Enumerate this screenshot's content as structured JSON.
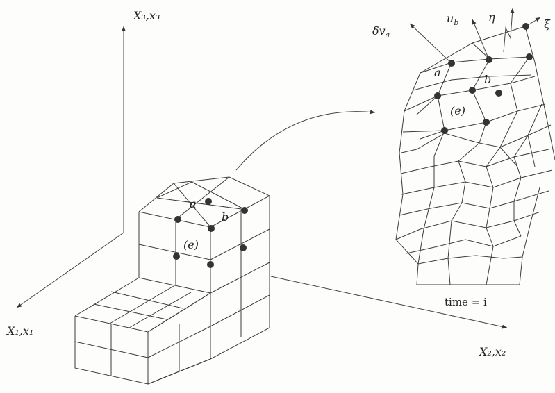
{
  "axes": {
    "x3": "X₃,x₃",
    "x1": "X₁,x₁",
    "x2": "X₂,x₂"
  },
  "reference_mesh": {
    "node_a": "a",
    "node_b": "b",
    "element": "(e)"
  },
  "deformed_mesh": {
    "node_a": "a",
    "node_b": "b",
    "element": "(e)",
    "vector_delta_v": "δv",
    "vector_delta_v_sub": "a",
    "vector_u": "u",
    "vector_u_sub": "b",
    "eta": "η",
    "xi": "ξ",
    "time_caption": "time = i"
  },
  "colors": {
    "line": "#3a3a3a",
    "node": "#333333",
    "background": "#fdfdfc"
  }
}
